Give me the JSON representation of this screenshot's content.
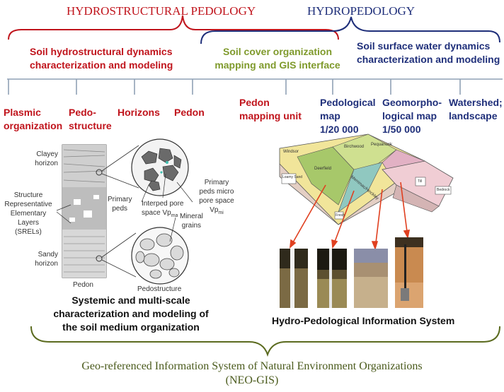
{
  "titles": {
    "hydrostructural": "HYDROSTRUCTURAL PEDOLOGY",
    "hydropedology": "HYDROPEDOLOGY"
  },
  "groups": {
    "hydro_line1": "Soil hydrostructural dynamics",
    "hydro_line2": "characterization and modeling",
    "cover_line1": "Soil cover organization",
    "cover_line2": "mapping and GIS  interface",
    "surface_line1": "Soil surface water dynamics",
    "surface_line2": "characterization and modeling"
  },
  "scales": [
    {
      "line1": "Plasmic",
      "line2": "organization",
      "line3": ""
    },
    {
      "line1": "Pedo-",
      "line2": "structure",
      "line3": ""
    },
    {
      "line1": "Horizons",
      "line2": "",
      "line3": ""
    },
    {
      "line1": "Pedon",
      "line2": "",
      "line3": ""
    },
    {
      "line1": "Pedon",
      "line2": "mapping unit",
      "line3": ""
    },
    {
      "line1": "Pedological",
      "line2": "map",
      "line3": "1/20 000"
    },
    {
      "line1": "Geomorpho-",
      "line2": "logical map",
      "line3": "1/50 000"
    },
    {
      "line1": "Watershed;",
      "line2": "landscape",
      "line3": ""
    }
  ],
  "left_figure": {
    "clayey": [
      "Clayey",
      "horizon"
    ],
    "srel": [
      "Structure",
      "Representative",
      "Elementary",
      "Layers",
      "(SRELs)"
    ],
    "sandy": [
      "Sandy",
      "horizon"
    ],
    "pedon": "Pedon",
    "primary_peds": [
      "Primary",
      "peds"
    ],
    "interped": [
      "Interped pore",
      "space Vp"
    ],
    "interped_sub": "ma",
    "primary_micro": [
      "Primary",
      "peds micro",
      "pore space",
      "Vp"
    ],
    "primary_micro_sub": "mi",
    "mineral": [
      "Mineral",
      "grains"
    ],
    "pedostructure": "Pedostructure",
    "caption": [
      "Systemic  and multi-scale",
      "characterization and modeling of",
      "the soil medium organization"
    ]
  },
  "right_figure": {
    "map_labels": [
      "Windsor",
      "Birchwood",
      "Pequanock",
      "Deerfield",
      "Merrimac/Hinckley",
      "Loamy Sand",
      "Till",
      "Bedrock",
      "Fresh"
    ],
    "caption": "Hydro-Pedological Information System"
  },
  "footer": {
    "line1": "Geo-referenced Information System of Natural Environment Organizations",
    "line2": "(NEO-GIS)"
  },
  "colors": {
    "red": "#c0141c",
    "navy": "#1f2f7a",
    "olive": "#7f9a2c",
    "gray_blue": "#8fa1b6"
  }
}
